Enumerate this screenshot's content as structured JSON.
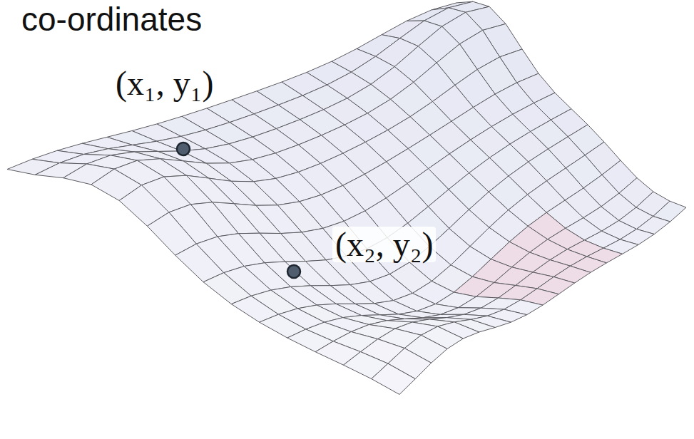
{
  "diagram": {
    "title": "co-ordinates",
    "labels": [
      "(x₁, y₁)",
      "(x₂, y₂)"
    ]
  }
}
